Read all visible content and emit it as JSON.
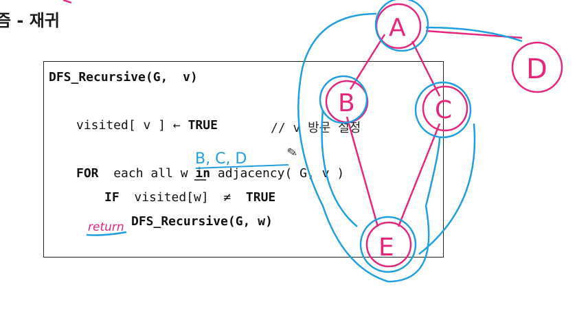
{
  "slide": {
    "title": "즘 - 재귀"
  },
  "code": {
    "signature": "DFS_Recursive(G,  v)",
    "visited_lhs": "visited[ v ] ← ",
    "visited_true": "TRUE",
    "comment": "// v 방문 설정",
    "for_kw": "FOR",
    "for_rest_a": "  each all w ",
    "in_kw": "in",
    "for_rest_b": " adjacency( G, v )",
    "if_kw": "IF",
    "if_rest": "  visited[w]  ≠  ",
    "if_true": "TRUE",
    "call": "DFS_Recursive(G, w)"
  },
  "annotations": {
    "return_word": "return",
    "neighbors": "B, C, D",
    "nodes": [
      "A",
      "B",
      "C",
      "D",
      "E"
    ]
  },
  "colors": {
    "pink": "#e5267d",
    "blue": "#1f9ee0",
    "text": "#111111"
  }
}
